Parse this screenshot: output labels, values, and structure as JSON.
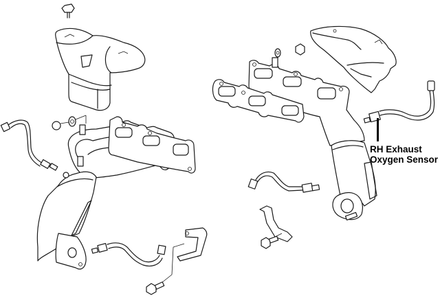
{
  "diagram": {
    "type": "exploded-parts-diagram",
    "subject": "Exhaust manifolds with catalytic converters and oxygen sensors",
    "callout": {
      "line1": "RH Exhaust",
      "line2": "Oxygen Sensor",
      "color": "#000000"
    },
    "components": {
      "left_bank": [
        "heat-shield",
        "heat-shield-bolt",
        "manifold",
        "manifold-gasket",
        "nut",
        "washer",
        "catalytic-converter",
        "upstream-oxygen-sensor",
        "downstream-oxygen-sensor",
        "bracket",
        "bracket-bolt"
      ],
      "right_bank": [
        "heat-shield",
        "manifold",
        "manifold-gasket",
        "nut",
        "washer",
        "catalytic-converter",
        "rh-exhaust-oxygen-sensor",
        "downstream-oxygen-sensor",
        "bracket",
        "bracket-bolt"
      ]
    }
  }
}
